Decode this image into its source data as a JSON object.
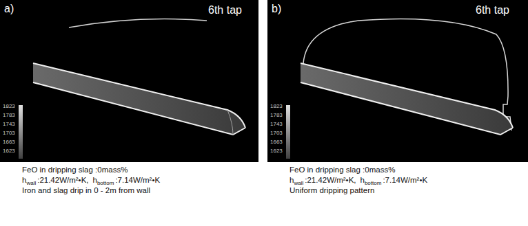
{
  "diagram": {
    "labels": [
      "a)",
      "6th tap",
      "1823",
      "1783",
      "1743",
      "1703",
      "1663",
      "1623",
      "FeO in dripping slag :0mass%",
      "h",
      "wall",
      ":21.42W/m²•K,",
      "h",
      "bottom",
      ":7.14W/m²•K",
      "Iron and slag drip in 0 - 2m from wall",
      "b)",
      "6th tap",
      "1823",
      "1783",
      "1743",
      "1703",
      "1663",
      "1623",
      "FeO in dripping slag :0mass%",
      "h",
      "wall",
      ":21.42W/m²•K,",
      "h",
      "bottom",
      ":7.14W/m²•K",
      "Uniform dripping pattern"
    ]
  }
}
